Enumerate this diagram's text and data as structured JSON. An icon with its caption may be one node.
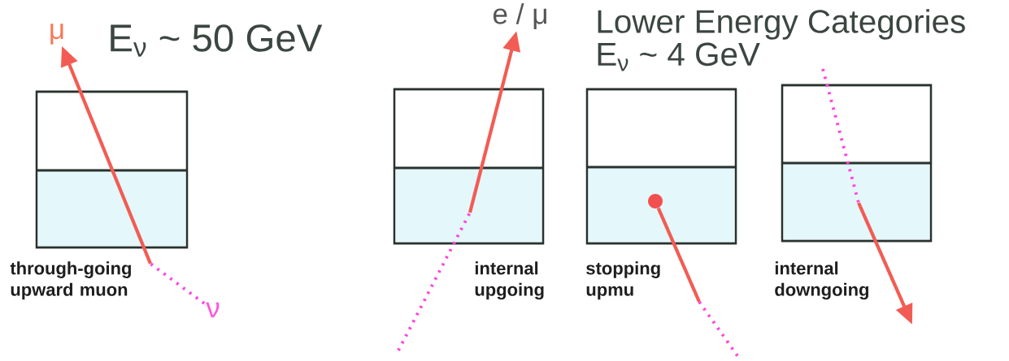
{
  "diagram": {
    "nodes": [
      {
        "text": [],
        "shape": "box",
        "beside": [
          "through-going upward muon"
        ]
      },
      {
        "text": [],
        "shape": "box",
        "beside": [
          "internal upgoing"
        ]
      },
      {
        "text": [],
        "shape": "box",
        "beside": [
          "stopping upmu"
        ]
      },
      {
        "text": [],
        "shape": "box",
        "beside": [
          "internal downgoing"
        ]
      },
      {
        "text": [
          "μ"
        ]
      },
      {
        "text": [
          "ν"
        ]
      },
      {
        "text": [
          "e / μ"
        ]
      },
      {
        "text": [],
        "shape": "circle",
        "in": 2
      }
    ],
    "edges": [
      {
        "from": null,
        "to": 4,
        "arrow": "to",
        "color": "#f25c54"
      },
      {
        "from": 5,
        "to": null,
        "arrow": "none",
        "style": "dashed",
        "color": "#ff44dd"
      },
      {
        "from": null,
        "to": 1,
        "arrow": "none",
        "style": "dashed",
        "color": "#ff44dd"
      },
      {
        "from": 1,
        "to": 6,
        "arrow": "to",
        "color": "#f25c54"
      },
      {
        "from": 7,
        "to": null,
        "arrow": "none",
        "color": "#f25c54"
      },
      {
        "from": null,
        "to": 3,
        "arrow": "none",
        "style": "dashed",
        "color": "#ff44dd"
      },
      {
        "from": 3,
        "to": null,
        "arrow": "to",
        "color": "#f25c54"
      }
    ],
    "labels": [
      "E$_{ν}$ ~ 50 GeV",
      "Lower Energy Categories",
      "E$_{ν}$ ~ 4 GeV"
    ]
  }
}
